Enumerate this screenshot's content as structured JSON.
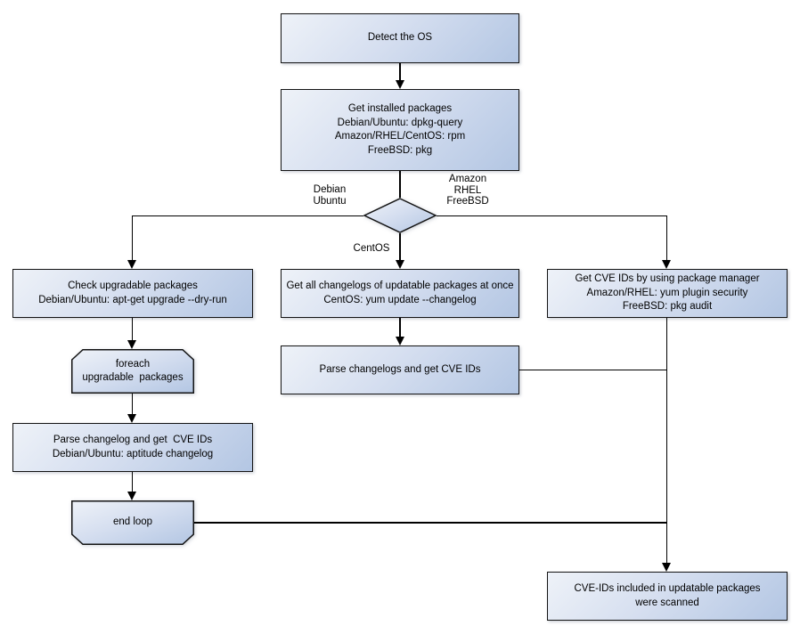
{
  "diagram": {
    "title": "OS package vulnerability scan flowchart",
    "colors": {
      "node_gradient_start": "#eef2f8",
      "node_gradient_end": "#b3c6e3",
      "node_border": "#141414",
      "connector": "#000000",
      "text": "#000000",
      "background": "#ffffff"
    },
    "nodes": {
      "detect_os": {
        "label": "Detect the OS",
        "shape": "rect"
      },
      "get_installed": {
        "label": "Get installed packages\nDebian/Ubuntu: dpkg-query\nAmazon/RHEL/CentOS: rpm\nFreeBSD: pkg",
        "shape": "rect"
      },
      "os_decision": {
        "label": "",
        "shape": "diamond"
      },
      "check_upgradable": {
        "label": "Check upgradable packages\nDebian/Ubuntu: apt-get upgrade --dry-run",
        "shape": "rect"
      },
      "foreach_loop": {
        "label": "foreach\nupgradable  packages",
        "shape": "loop-start"
      },
      "parse_changelog_left": {
        "label": "Parse changelog and get  CVE IDs\nDebian/Ubuntu: aptitude changelog",
        "shape": "rect"
      },
      "end_loop": {
        "label": "end loop",
        "shape": "loop-end"
      },
      "get_all_changelogs": {
        "label": "Get all changelogs of updatable packages at once\nCentOS: yum update --changelog",
        "shape": "rect"
      },
      "parse_changelogs_mid": {
        "label": "Parse changelogs and get CVE IDs",
        "shape": "rect"
      },
      "get_cve_ids_right": {
        "label": "Get CVE IDs by using package manager\nAmazon/RHEL: yum plugin security\nFreeBSD: pkg audit",
        "shape": "rect"
      },
      "scanned_result": {
        "label": "CVE-IDs included in updatable packages\nwere scanned",
        "shape": "rect"
      }
    },
    "edge_labels": {
      "debian_ubuntu": "Debian\nUbuntu",
      "amazon_rhel_freebsd": "Amazon\nRHEL\nFreeBSD",
      "centos": "CentOS"
    }
  }
}
